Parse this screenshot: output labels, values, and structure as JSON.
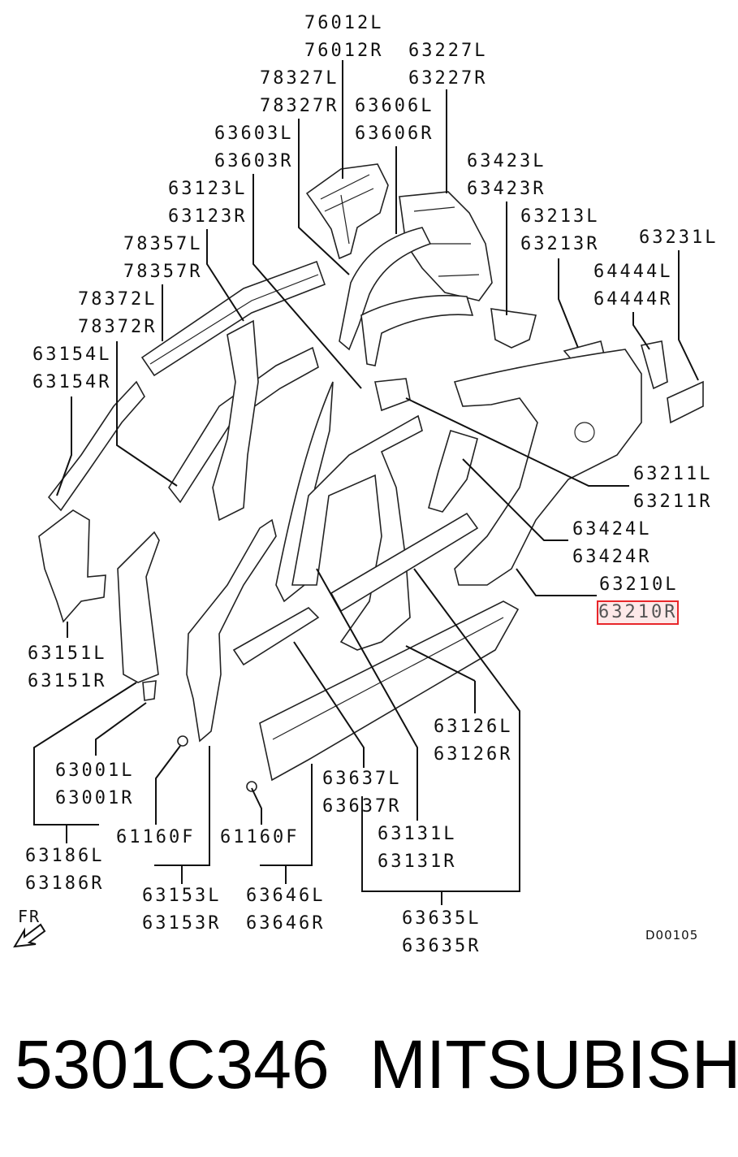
{
  "labels": {
    "p76012L": "76012L",
    "p76012R": "76012R",
    "p63227L": "63227L",
    "p63227R": "63227R",
    "p78327L": "78327L",
    "p78327R": "78327R",
    "p63606L": "63606L",
    "p63606R": "63606R",
    "p63603L": "63603L",
    "p63603R": "63603R",
    "p63423L": "63423L",
    "p63423R": "63423R",
    "p63123L": "63123L",
    "p63123R": "63123R",
    "p63213L": "63213L",
    "p63213R": "63213R",
    "p63231L": "63231L",
    "p78357L": "78357L",
    "p78357R": "78357R",
    "p64444L": "64444L",
    "p64444R": "64444R",
    "p78372L": "78372L",
    "p78372R": "78372R",
    "p63154L": "63154L",
    "p63154R": "63154R",
    "p63211L": "63211L",
    "p63211R": "63211R",
    "p63424L": "63424L",
    "p63424R": "63424R",
    "p63210L": "63210L",
    "p63210R": "63210R",
    "p63151L": "63151L",
    "p63151R": "63151R",
    "p63126L": "63126L",
    "p63126R": "63126R",
    "p63001L": "63001L",
    "p63001R": "63001R",
    "p63637L": "63637L",
    "p63637R": "63637R",
    "p61160F_a": "61160F",
    "p61160F_b": "61160F",
    "p63131L": "63131L",
    "p63131R": "63131R",
    "p63186L": "63186L",
    "p63186R": "63186R",
    "p63153L": "63153L",
    "p63153R": "63153R",
    "p63646L": "63646L",
    "p63646R": "63646R",
    "p63635L": "63635L",
    "p63635R": "63635R"
  },
  "direction_label": "FR",
  "diagram_code": "D00105",
  "footer": {
    "part_number": "5301C346",
    "brand": "MITSUBISHI"
  },
  "highlight": {
    "label": "63210R",
    "color": "#e8262a"
  }
}
